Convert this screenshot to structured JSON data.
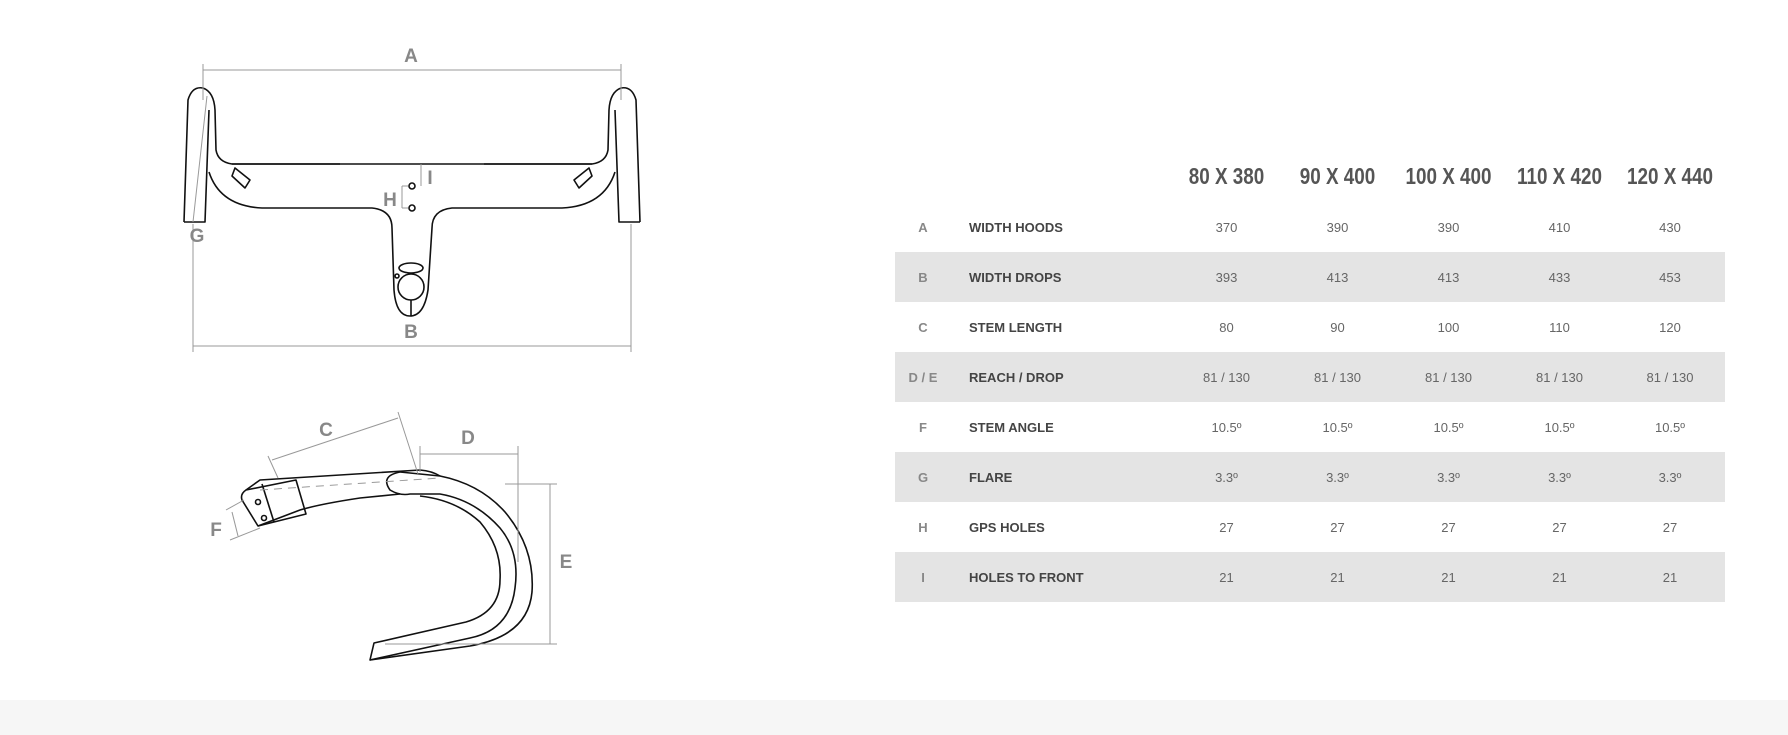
{
  "diagram": {
    "labels": {
      "a": "A",
      "b": "B",
      "c": "C",
      "d": "D",
      "e": "E",
      "f": "F",
      "g": "G",
      "h": "H",
      "i": "I"
    }
  },
  "table": {
    "sizes": [
      "80 X 380",
      "90 X 400",
      "100 X 400",
      "110 X 420",
      "120 X 440"
    ],
    "rows": [
      {
        "code": "A",
        "name": "WIDTH HOODS",
        "values": [
          "370",
          "390",
          "390",
          "410",
          "430"
        ]
      },
      {
        "code": "B",
        "name": "WIDTH DROPS",
        "values": [
          "393",
          "413",
          "413",
          "433",
          "453"
        ]
      },
      {
        "code": "C",
        "name": "STEM LENGTH",
        "values": [
          "80",
          "90",
          "100",
          "110",
          "120"
        ]
      },
      {
        "code": "D / E",
        "name": "REACH / DROP",
        "values": [
          "81 / 130",
          "81 / 130",
          "81 / 130",
          "81 / 130",
          "81 / 130"
        ]
      },
      {
        "code": "F",
        "name": "STEM ANGLE",
        "values": [
          "10.5º",
          "10.5º",
          "10.5º",
          "10.5º",
          "10.5º"
        ]
      },
      {
        "code": "G",
        "name": "FLARE",
        "values": [
          "3.3º",
          "3.3º",
          "3.3º",
          "3.3º",
          "3.3º"
        ]
      },
      {
        "code": "H",
        "name": "GPS HOLES",
        "values": [
          "27",
          "27",
          "27",
          "27",
          "27"
        ]
      },
      {
        "code": "I",
        "name": "HOLES TO FRONT",
        "values": [
          "21",
          "21",
          "21",
          "21",
          "21"
        ]
      }
    ]
  },
  "colors": {
    "row_shade": "#e4e4e4",
    "label": "#888888",
    "line": "#111111",
    "dimension": "#999999"
  }
}
